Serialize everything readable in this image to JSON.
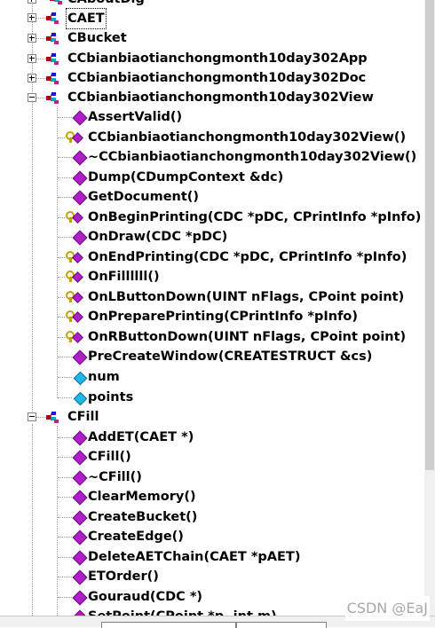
{
  "tree": {
    "partial_top_item": "CAboutDlg",
    "classes_collapsed": [
      "CAET",
      "CBucket",
      "CCbianbiaotianchongmonth10day302App",
      "CCbianbiaotianchongmonth10day302Doc"
    ],
    "view_class": {
      "name": "CCbianbiaotianchongmonth10day302View",
      "members": [
        {
          "label": "AssertValid()",
          "icon": "method-icon"
        },
        {
          "label": "CCbianbiaotianchongmonth10day302View()",
          "icon": "protected-method-icon"
        },
        {
          "label": "~CCbianbiaotianchongmonth10day302View()",
          "icon": "method-icon"
        },
        {
          "label": "Dump(CDumpContext &dc)",
          "icon": "method-icon"
        },
        {
          "label": "GetDocument()",
          "icon": "method-icon"
        },
        {
          "label": "OnBeginPrinting(CDC *pDC, CPrintInfo *pInfo)",
          "icon": "protected-method-icon"
        },
        {
          "label": "OnDraw(CDC *pDC)",
          "icon": "method-icon"
        },
        {
          "label": "OnEndPrinting(CDC *pDC, CPrintInfo *pInfo)",
          "icon": "protected-method-icon"
        },
        {
          "label": "OnFillllll()",
          "icon": "protected-method-icon"
        },
        {
          "label": "OnLButtonDown(UINT nFlags, CPoint point)",
          "icon": "protected-method-icon"
        },
        {
          "label": "OnPreparePrinting(CPrintInfo *pInfo)",
          "icon": "protected-method-icon"
        },
        {
          "label": "OnRButtonDown(UINT nFlags, CPoint point)",
          "icon": "protected-method-icon"
        },
        {
          "label": "PreCreateWindow(CREATESTRUCT &cs)",
          "icon": "method-icon"
        },
        {
          "label": "num",
          "icon": "variable-icon"
        },
        {
          "label": "points",
          "icon": "variable-icon"
        }
      ]
    },
    "fill_class": {
      "name": "CFill",
      "members": [
        {
          "label": "AddET(CAET *)",
          "icon": "method-icon"
        },
        {
          "label": "CFill()",
          "icon": "method-icon"
        },
        {
          "label": "~CFill()",
          "icon": "method-icon"
        },
        {
          "label": "ClearMemory()",
          "icon": "method-icon"
        },
        {
          "label": "CreateBucket()",
          "icon": "method-icon"
        },
        {
          "label": "CreateEdge()",
          "icon": "method-icon"
        },
        {
          "label": "DeleteAETChain(CAET *pAET)",
          "icon": "method-icon"
        },
        {
          "label": "ETOrder()",
          "icon": "method-icon"
        },
        {
          "label": "Gouraud(CDC *)",
          "icon": "method-icon"
        },
        {
          "label": "SetPoint(CPoint *p, int m)",
          "icon": "method-icon"
        }
      ]
    }
  },
  "watermark": "CSDN @EaJ",
  "colors": {
    "method": "#b01ec8",
    "variable": "#22b6e6",
    "key": "#c8a000"
  }
}
